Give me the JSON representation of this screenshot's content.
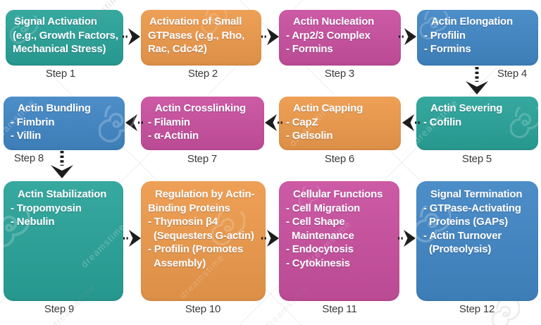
{
  "diagram": {
    "subject": "Actin dynamics step flowchart",
    "steps": [
      {
        "id": 1,
        "color": "teal",
        "step_label": "Step 1",
        "text": "Signal Activation\n(e.g., Growth Factors,\nMechanical Stress)"
      },
      {
        "id": 2,
        "color": "orange",
        "step_label": "Step 2",
        "text": "Activation of Small\nGTPases (e.g., Rho,\nRac, Cdc42)"
      },
      {
        "id": 3,
        "color": "magenta",
        "step_label": "Step 3",
        "text": "Actin Nucleation\n- Arp2/3 Complex\n- Formins"
      },
      {
        "id": 4,
        "color": "blue",
        "step_label": "Step 4",
        "text": "Actin Elongation\n- Profilin\n- Formins"
      },
      {
        "id": 5,
        "color": "teal",
        "step_label": "Step 5",
        "text": "Actin Severing\n- Cofilin"
      },
      {
        "id": 6,
        "color": "orange",
        "step_label": "Step 6",
        "text": "Actin Capping\n- CapZ\n- Gelsolin"
      },
      {
        "id": 7,
        "color": "magenta",
        "step_label": "Step 7",
        "text": "Actin Crosslinking\n- Filamin\n- α-Actinin"
      },
      {
        "id": 8,
        "color": "blue",
        "step_label": "Step 8",
        "text": "Actin Bundling\n- Fimbrin\n- Villin"
      },
      {
        "id": 9,
        "color": "teal",
        "step_label": "Step 9",
        "text": "Actin Stabilization\n- Tropomyosin\n- Nebulin"
      },
      {
        "id": 10,
        "color": "orange",
        "step_label": "Step 10",
        "text": "Regulation by Actin-\nBinding Proteins\n- Thymosin β4\n  (Sequesters G-actin)\n- Profilin (Promotes\n  Assembly)"
      },
      {
        "id": 11,
        "color": "magenta",
        "step_label": "Step 11",
        "text": "Cellular Functions\n- Cell Migration\n- Cell Shape\n  Maintenance\n- Endocytosis\n- Cytokinesis"
      },
      {
        "id": 12,
        "color": "blue",
        "step_label": "Step 12",
        "text": "Signal Termination\n- GTPase-Activating\n  Proteins (GAPs)\n- Actin Turnover\n  (Proteolysis)"
      }
    ],
    "connections": [
      {
        "from": "Step 1",
        "to": "Step 2",
        "type": "solid-arrow"
      },
      {
        "from": "Step 2",
        "to": "Step 3",
        "type": "solid-arrow"
      },
      {
        "from": "Step 3",
        "to": "Step 4",
        "type": "solid-arrow"
      },
      {
        "from": "Step 4",
        "to": "Step 5",
        "type": "dashed-arrow"
      },
      {
        "from": "Step 5",
        "to": "Step 6",
        "type": "solid-arrow"
      },
      {
        "from": "Step 6",
        "to": "Step 7",
        "type": "solid-arrow"
      },
      {
        "from": "Step 7",
        "to": "Step 8",
        "type": "solid-arrow"
      },
      {
        "from": "Step 8",
        "to": "Step 9",
        "type": "dashed-arrow"
      },
      {
        "from": "Step 9",
        "to": "Step 10",
        "type": "solid-arrow"
      },
      {
        "from": "Step 10",
        "to": "Step 11",
        "type": "solid-arrow"
      },
      {
        "from": "Step 11",
        "to": "Step 12",
        "type": "solid-arrow"
      }
    ],
    "colors": {
      "teal": "#2aa399",
      "orange": "#ed9a4c",
      "magenta": "#c9509f",
      "blue": "#4287c5",
      "arrow": "#1d1d1b",
      "step_label_text": "#3a3a3a",
      "box_text": "#ffffff",
      "background": "#ffffff"
    }
  },
  "watermark": {
    "brand": "dreamstime"
  }
}
